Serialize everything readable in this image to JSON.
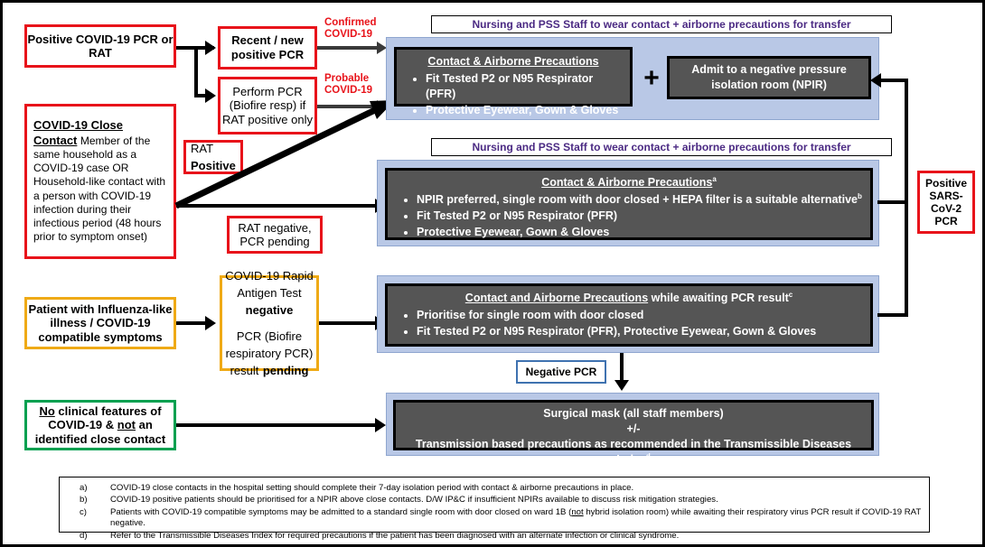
{
  "conditions": {
    "positive_pcr_rat": "Positive COVID-19 PCR or RAT",
    "recent_new_pcr_line1": "Recent / new",
    "recent_new_pcr_line2": "positive PCR",
    "perform_pcr": "Perform PCR (Biofire resp) if RAT positive only",
    "close_contact_title": "COVID-19 Close Contact",
    "close_contact_body": "Member of the same household as a COVID-19 case OR Household-like contact with a person with COVID-19 infection during their infectious period (48 hours prior to symptom onset)",
    "rat_positive_l1": "RAT",
    "rat_positive_l2": "Positive",
    "rat_negative_pcr_pending": "RAT negative, PCR pending",
    "influenza_like": "Patient with Influenza-like illness / COVID-19 compatible symptoms",
    "rapid_antigen_l1": "COVID-19 Rapid Antigen Test",
    "rapid_antigen_l2": "negative",
    "rapid_antigen_l3": "PCR (Biofire respiratory PCR)",
    "rapid_antigen_l4": "result",
    "rapid_antigen_l5": "pending",
    "no_clinical_l1": "No",
    "no_clinical_l2": " clinical features of COVID-19 & ",
    "no_clinical_l3": "not",
    "no_clinical_l4": " an identified close contact"
  },
  "labels": {
    "confirmed_covid": "Confirmed COVID-19",
    "probable_covid": "Probable COVID-19",
    "negative_pcr": "Negative PCR",
    "positive_sars_cov_2_pcr": "Positive SARS-CoV-2 PCR"
  },
  "headers": {
    "transfer_precautions": "Nursing and PSS Staff to wear contact + airborne precautions for transfer"
  },
  "panels": {
    "panel1": {
      "title": "Contact & Airborne Precautions",
      "bullets": [
        "Fit Tested P2 or N95 Respirator (PFR)",
        "Protective Eyewear, Gown & Gloves"
      ],
      "plus": "+",
      "side_box": "Admit to a negative pressure isolation room (NPIR)"
    },
    "panel2": {
      "title": "Contact & Airborne Precautions",
      "title_sup": "a",
      "bullets": [
        "NPIR preferred, single room with door closed + HEPA filter is a suitable alternative",
        "Fit Tested P2 or N95 Respirator (PFR)",
        "Protective Eyewear, Gown & Gloves"
      ],
      "bullet0_sup": "b"
    },
    "panel3": {
      "title_underlined": "Contact and Airborne Precautions",
      "title_rest": " while awaiting PCR result",
      "title_sup": "c",
      "bullets": [
        "Prioritise for single room with door closed",
        "Fit Tested P2 or N95 Respirator (PFR), Protective Eyewear, Gown & Gloves"
      ]
    },
    "panel4": {
      "line1": "Surgical mask (all staff members)",
      "line2": "+/-",
      "line3": "Transmission based precautions as recommended in the Transmissible Diseases Index",
      "line3_sup": "d"
    }
  },
  "footnotes": [
    {
      "key": "a)",
      "text": "COVID-19 close contacts in the hospital setting should complete their 7-day isolation period with contact & airborne precautions in place."
    },
    {
      "key": "b)",
      "text": "COVID-19 positive patients should be prioritised for a NPIR above close contacts. D/W IP&C if insufficient NPIRs available to discuss risk mitigation strategies."
    },
    {
      "key": "c)",
      "text_pre": "Patients with COVID-19 compatible symptoms may be admitted to a standard single room with door closed on ward 1B (",
      "text_u": "not",
      "text_post": " hybrid isolation room) while awaiting their respiratory virus PCR result if COVID-19 RAT negative."
    },
    {
      "key": "d)",
      "text": "Refer to the Transmissible Diseases Index for required precautions if the patient has been diagnosed with an alternate infection or clinical syndrome."
    }
  ],
  "colors": {
    "red": "#e8131a",
    "gold": "#efaa16",
    "green": "#00a050",
    "blue": "#3f72b0",
    "purple": "#4b2a83",
    "panel_bg": "#b9c8e6",
    "dark_box": "#555555"
  }
}
